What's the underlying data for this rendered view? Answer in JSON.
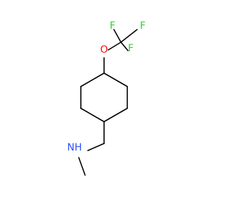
{
  "molecule": {
    "atoms": {
      "fluorine_top_left": {
        "symbol": "F",
        "color": "#33cc33"
      },
      "fluorine_top_right": {
        "symbol": "F",
        "color": "#33cc33"
      },
      "fluorine_right": {
        "symbol": "F",
        "color": "#33cc33"
      },
      "oxygen": {
        "symbol": "O",
        "color": "#ff0d0d"
      },
      "nitrogen": {
        "symbol": "NH",
        "color": "#3050f8"
      }
    }
  }
}
